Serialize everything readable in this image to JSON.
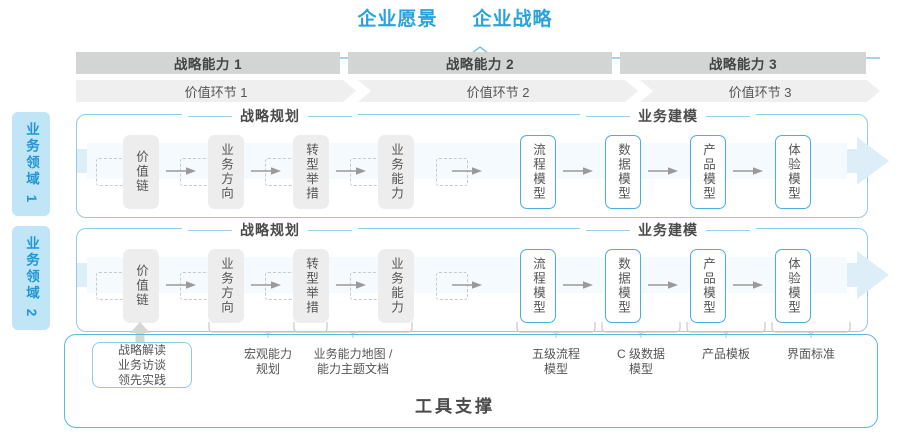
{
  "header": {
    "title_left": "企业愿景",
    "title_right": "企业战略"
  },
  "capability_bars": [
    {
      "label": "战略能力 1"
    },
    {
      "label": "战略能力 2"
    },
    {
      "label": "战略能力 3"
    }
  ],
  "value_chain_bars": [
    {
      "label": "价值环节 1"
    },
    {
      "label": "价值环节 2"
    },
    {
      "label": "价值环节 3"
    }
  ],
  "domains": [
    {
      "label": "业务领域 1"
    },
    {
      "label": "业务领域 2"
    }
  ],
  "sections": [
    {
      "label": "战略规划"
    },
    {
      "label": "业务建模"
    }
  ],
  "row1": {
    "section_planning": "战略规划",
    "section_modeling": "业务建模",
    "nodes": [
      {
        "label": "价值链",
        "style": "gray"
      },
      {
        "label": "业务方向",
        "style": "gray"
      },
      {
        "label": "转型举措",
        "style": "gray"
      },
      {
        "label": "业务能力",
        "style": "gray"
      },
      {
        "label": "流程模型",
        "style": "blue"
      },
      {
        "label": "数据模型",
        "style": "blue"
      },
      {
        "label": "产品模型",
        "style": "blue"
      },
      {
        "label": "体验模型",
        "style": "blue"
      }
    ]
  },
  "row2": {
    "section_planning": "战略规划",
    "section_modeling": "业务建模",
    "nodes": [
      {
        "label": "价值链",
        "style": "gray"
      },
      {
        "label": "业务方向",
        "style": "gray"
      },
      {
        "label": "转型举措",
        "style": "gray"
      },
      {
        "label": "业务能力",
        "style": "gray"
      },
      {
        "label": "流程模型",
        "style": "blue"
      },
      {
        "label": "数据模型",
        "style": "blue"
      },
      {
        "label": "产品模型",
        "style": "blue"
      },
      {
        "label": "体验模型",
        "style": "blue"
      }
    ]
  },
  "tools": {
    "box": {
      "line1": "战略解读",
      "line2": "业务访谈",
      "line3": "领先实践"
    },
    "labels": [
      {
        "line1": "宏观能力",
        "line2": "规划"
      },
      {
        "line1": "业务能力地图 /",
        "line2": "能力主题文档"
      },
      {
        "line1": "五级流程",
        "line2": "模型"
      },
      {
        "line1": "C 级数据",
        "line2": "模型"
      },
      {
        "line1": "产品模板",
        "line2": ""
      },
      {
        "line1": "界面标准",
        "line2": ""
      }
    ]
  },
  "footer": {
    "title": "工具支撑"
  },
  "colors": {
    "accent_blue": "#2aa3dd",
    "label_blue_bg": "#bfe5f7",
    "label_blue_text": "#2196d6",
    "bar_gray": "#d3d5d5",
    "chevron_gray": "#efefef",
    "node_gray": "#ededed",
    "node_blue_border": "#4aaede",
    "row_arrow_blue": "#ddeef9",
    "frame_blue": "#8fcbe8"
  }
}
